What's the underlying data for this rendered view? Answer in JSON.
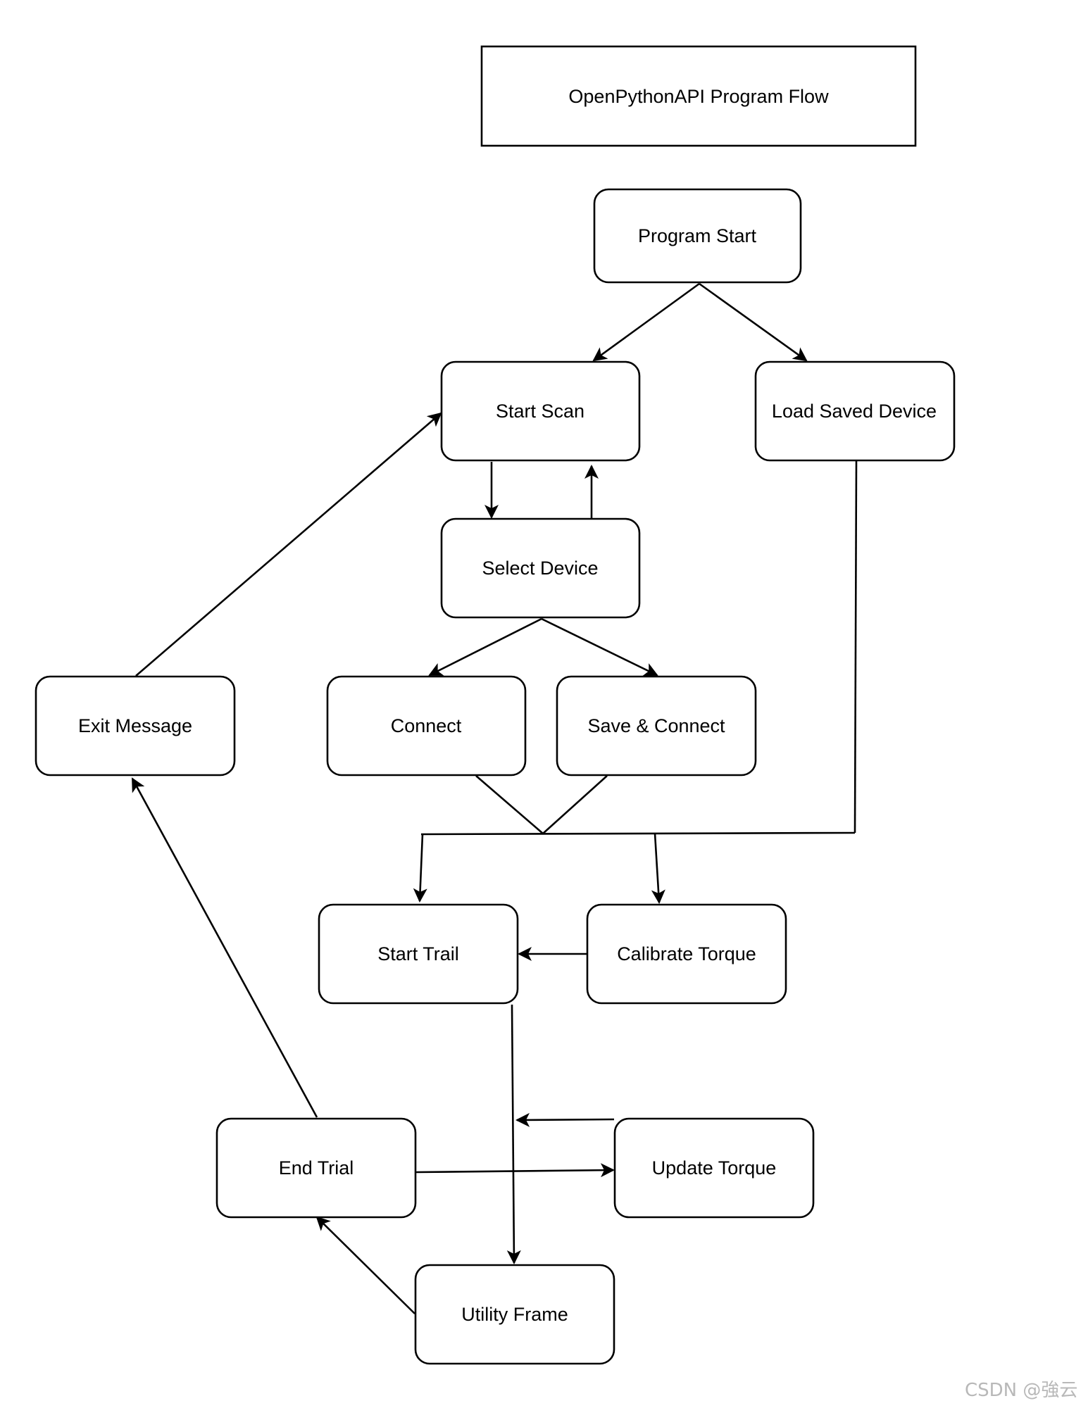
{
  "diagram": {
    "title": "OpenPythonAPI Program Flow",
    "nodes": {
      "program_start": "Program Start",
      "start_scan": "Start Scan",
      "load_saved_device": "Load Saved Device",
      "select_device": "Select Device",
      "exit_message": "Exit Message",
      "connect": "Connect",
      "save_connect": "Save & Connect",
      "start_trail": "Start Trail",
      "calibrate_torque": "Calibrate Torque",
      "end_trial": "End Trial",
      "update_torque": "Update Torque",
      "utility_frame": "Utility Frame"
    }
  },
  "watermark": "CSDN @強云"
}
